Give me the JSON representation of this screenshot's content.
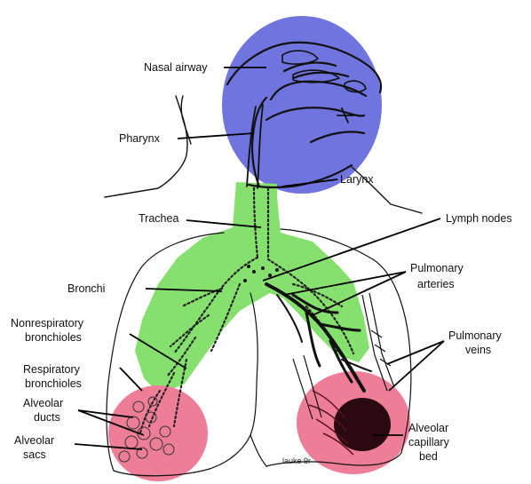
{
  "labels": {
    "nasal_airway": "Nasal airway",
    "pharynx": "Pharynx",
    "larynx": "Larynx",
    "trachea": "Trachea",
    "lymph_nodes": "Lymph nodes",
    "bronchi": "Bronchi",
    "pulmonary_arteries_1": "Pulmonary",
    "pulmonary_arteries_2": "arteries",
    "nonrespiratory_1": "Nonrespiratory",
    "nonrespiratory_2": "bronchioles",
    "pulmonary_veins_1": "Pulmonary",
    "pulmonary_veins_2": "veins",
    "respiratory_1": "Respiratory",
    "respiratory_2": "bronchioles",
    "alveolar_ducts_1": "Alveolar",
    "alveolar_ducts_2": "ducts",
    "alveolar_sacs_1": "Alveolar",
    "alveolar_sacs_2": "sacs",
    "capillary_bed_1": "Alveolar",
    "capillary_bed_2": "capillary",
    "capillary_bed_3": "bed"
  },
  "diaphragm_scribble": "lauke 9r",
  "colors": {
    "head_region": "#6f74de",
    "airway_region": "#86e06e",
    "alveolar_region": "#ee7d98",
    "ink": "#111111"
  }
}
